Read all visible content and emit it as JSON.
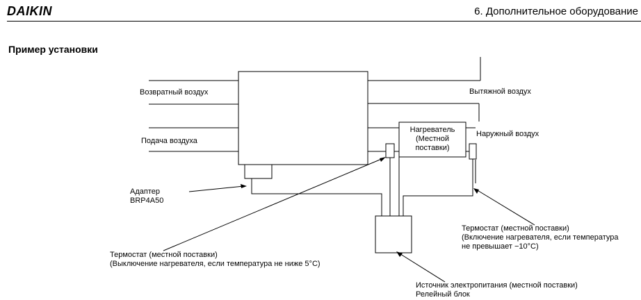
{
  "header": {
    "brand": "DAIKIN",
    "section": "6. Дополнительное оборудование"
  },
  "page": {
    "heading": "Пример установки"
  },
  "diagram": {
    "labels": {
      "return_air": "Возвратный воздух",
      "supply_air": "Подача воздуха",
      "exhaust_air": "Вытяжной воздух",
      "outdoor_air": "Наружный воздух",
      "heater_line1": "Нагреватель",
      "heater_line2": "(Местной",
      "heater_line3": "поставки)",
      "adapter_line1": "Адаптер",
      "adapter_line2": "BRP4A50",
      "thermo_left_line1": "Термостат (местной поставки)",
      "thermo_left_line2": "(Выключение нагревателя, если температура не ниже 5°C)",
      "thermo_right_line1": "Термостат (местной поставки)",
      "thermo_right_line2": "(Включение нагревателя, если температура",
      "thermo_right_line3": "не превышает −10°C)",
      "power_line1": "Источник электропитания (местной поставки)",
      "power_line2": "Релейный блок"
    }
  }
}
